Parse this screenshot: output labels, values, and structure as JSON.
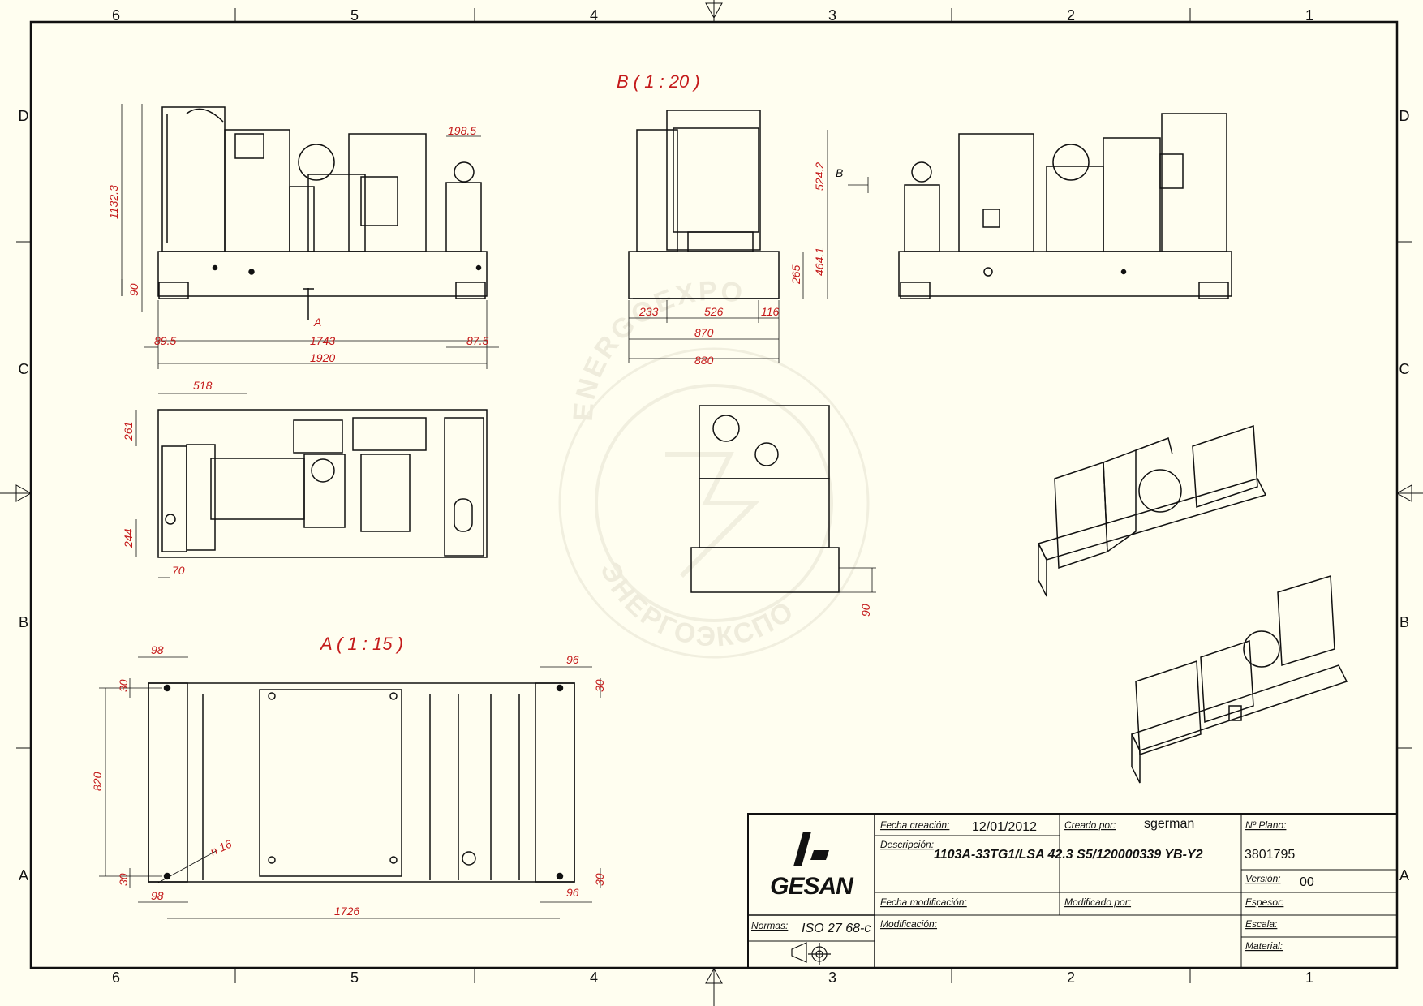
{
  "border": {
    "col_labels": [
      "6",
      "5",
      "4",
      "3",
      "2",
      "1"
    ],
    "row_labels": [
      "D",
      "C",
      "B",
      "A"
    ]
  },
  "views": {
    "view_b_label": "B ( 1 : 20 )",
    "view_a_label": "A ( 1 : 15 )",
    "section_arrow_a": "A",
    "section_arrow_b": "B"
  },
  "dimensions": {
    "front_height": "1132.3",
    "front_base": "90",
    "front_tank_width": "198.5",
    "front_left_offset": "89.5",
    "front_span": "1743",
    "front_right_offset": "87.5",
    "front_total_length": "1920",
    "side_upper_height": "524.2",
    "side_lower_height": "464.1",
    "side_base_height": "265",
    "side_w1": "233",
    "side_w2": "526",
    "side_w3": "116",
    "side_inner_width": "870",
    "side_total_width": "880",
    "top_radiator_len": "518",
    "top_upper_offset": "261",
    "top_lower_offset": "244",
    "top_left_offset": "70",
    "rear_base": "90",
    "base_left_top": "98",
    "base_left_bottom": "98",
    "base_right_top": "96",
    "base_right_bottom": "96",
    "base_hole_offset_tl": "30",
    "base_hole_offset_tr": "30",
    "base_hole_offset_bl": "30",
    "base_hole_offset_br": "30",
    "base_hole_span_y": "820",
    "base_hole_span_x": "1726",
    "base_hole_diameter": "n 16"
  },
  "watermark": {
    "top_text": "ENERGOEXPO",
    "bottom_text": "ЭНЕРГОЭКСПО"
  },
  "title_block": {
    "logo_text": "GESAN",
    "fecha_creacion_label": "Fecha creación:",
    "fecha_creacion_value": "12/01/2012",
    "creado_por_label": "Creado por:",
    "creado_por_value": "sgerman",
    "plano_label": "Nº Plano:",
    "plano_value": "3801795",
    "descripcion_label": "Descripción:",
    "descripcion_value": "1103A-33TG1/LSA 42.3 S5/120000339 YB-Y2",
    "version_label": "Versión:",
    "version_value": "00",
    "espesor_label": "Espesor:",
    "fecha_mod_label": "Fecha modificación:",
    "modificado_por_label": "Modificado por:",
    "escala_label": "Escala:",
    "normas_label": "Normas:",
    "normas_value": "ISO 27 68-c",
    "modificacion_label": "Modificación:",
    "material_label": "Material:"
  },
  "colors": {
    "background": "#fffef0",
    "line": "#111111",
    "dimension": "#c41a1a"
  }
}
